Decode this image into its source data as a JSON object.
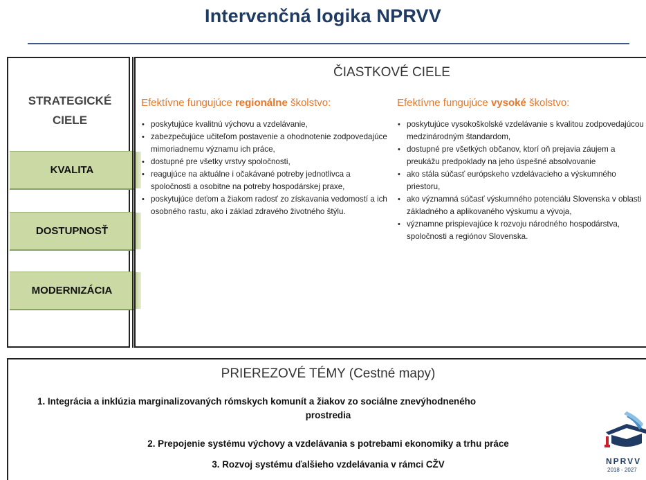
{
  "title": "Intervenčná logika NPRVV",
  "strategic": {
    "heading_line1": "STRATEGICKÉ",
    "heading_line2": "CIELE",
    "goals": [
      "KVALITA",
      "DOSTUPNOSŤ",
      "MODERNIZÁCIA"
    ],
    "goal_color": "#cbd9a4"
  },
  "partial": {
    "heading": "ČIASTKOVÉ CIELE",
    "heading_color": "#e7772a",
    "regional": {
      "title_pre": "Efektívne fungujúce ",
      "title_bold": "regionálne",
      "title_post": " školstvo:",
      "items": [
        "poskytujúce kvalitnú výchovu a vzdelávanie,",
        "zabezpečujúce učiteľom postavenie a ohodnotenie zodpovedajúce mimoriadnemu významu ich práce,",
        "dostupné pre všetky vrstvy spoločnosti,",
        "reagujúce na aktuálne i očakávané potreby jednotlivca a spoločnosti a osobitne na potreby hospodárskej praxe,",
        "poskytujúce deťom a žiakom radosť zo získavania vedomostí a ich osobného rastu, ako i základ zdravého životného štýlu."
      ]
    },
    "higher": {
      "title_pre": "Efektívne fungujúce ",
      "title_bold": "vysoké",
      "title_post": " školstvo:",
      "items": [
        "poskytujúce vysokoškolské vzdelávanie s kvalitou zodpovedajúcou medzinárodným štandardom,",
        "dostupné pre všetkých občanov, ktorí oň prejavia záujem a preukážu predpoklady na jeho úspešné absolvovanie",
        "ako stála súčasť európskeho vzdelávacieho a výskumného priestoru,",
        "ako významná súčasť výskumného potenciálu Slovenska v oblasti základného a aplikovaného výskumu a vývoja,",
        "významne prispievajúce k rozvoju národného hospodárstva, spoločnosti a regiónov Slovenska."
      ]
    }
  },
  "cross": {
    "heading": "PRIEREZOVÉ TÉMY (Cestné mapy)",
    "topic1_line1": "1.    Integrácia a inklúzia marginalizovaných rómskych komunít a žiakov zo sociálne znevýhodneného",
    "topic1_line2": "prostredia",
    "topic2": "2. Prepojenie systému výchovy a vzdelávania s potrebami ekonomiky a trhu práce",
    "topic3": "3. Rozvoj systému ďalšieho vzdelávania v rámci CŽV"
  },
  "logo": {
    "text": "NPRVV",
    "year": "2018 - 2027",
    "icon": "graduation-cap-book-icon"
  }
}
